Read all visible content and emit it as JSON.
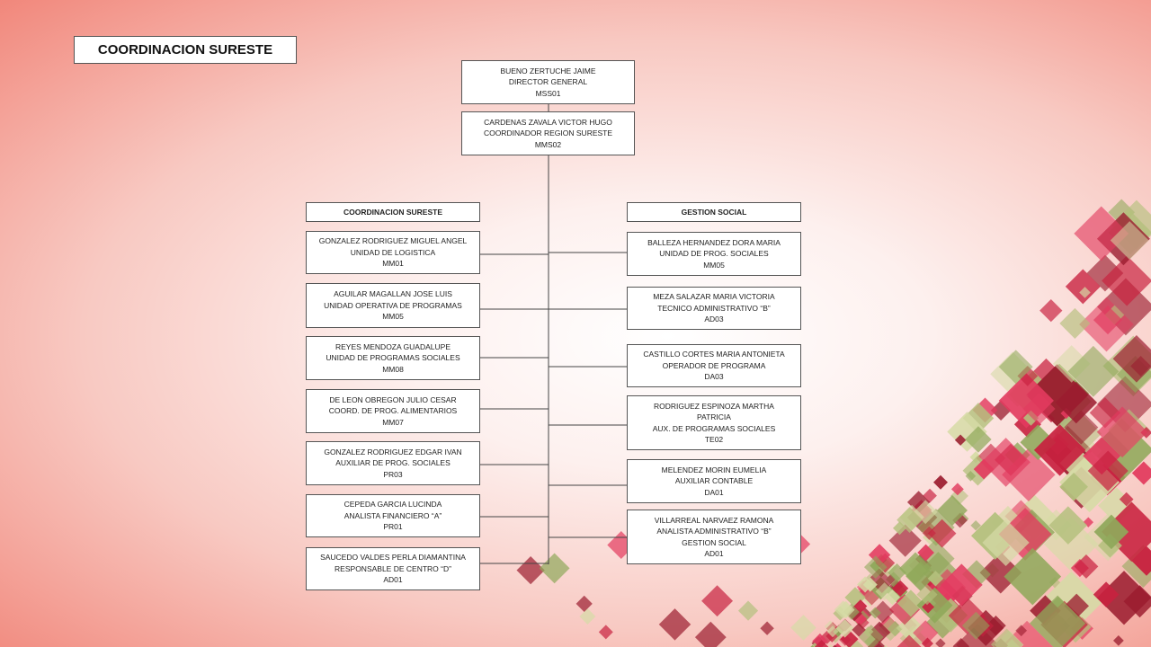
{
  "title": "COORDINACION SURESTE",
  "top": [
    {
      "name": "BUENO ZERTUCHE JAIME",
      "role": "DIRECTOR GENERAL",
      "code": "MSS01"
    },
    {
      "name": "CARDENAS ZAVALA VICTOR HUGO",
      "role": "COORDINADOR REGION SURESTE",
      "code": "MMS02"
    }
  ],
  "left": {
    "header": "COORDINACION SURESTE",
    "items": [
      {
        "name": "GONZALEZ RODRIGUEZ MIGUEL ANGEL",
        "role": "UNIDAD DE LOGISTICA",
        "code": "MM01"
      },
      {
        "name": "AGUILAR MAGALLAN JOSE LUIS",
        "role": "UNIDAD OPERATIVA DE PROGRAMAS",
        "code": "MM05"
      },
      {
        "name": "REYES MENDOZA GUADALUPE",
        "role": "UNIDAD DE PROGRAMAS SOCIALES",
        "code": "MM08"
      },
      {
        "name": "DE LEON OBREGON JULIO CESAR",
        "role": "COORD. DE PROG. ALIMENTARIOS",
        "code": "MM07"
      },
      {
        "name": "GONZALEZ RODRIGUEZ EDGAR IVAN",
        "role": "AUXILIAR DE PROG. SOCIALES",
        "code": "PR03"
      },
      {
        "name": "CEPEDA GARCIA LUCINDA",
        "role": "ANALISTA FINANCIERO “A”",
        "code": "PR01"
      },
      {
        "name": "SAUCEDO VALDES PERLA DIAMANTINA",
        "role": "RESPONSABLE DE CENTRO “D”",
        "code": "AD01"
      }
    ]
  },
  "right": {
    "header": "GESTION SOCIAL",
    "items": [
      {
        "name": "BALLEZA HERNANDEZ DORA MARIA",
        "role": "UNIDAD DE PROG. SOCIALES",
        "code": "MM05"
      },
      {
        "name": "MEZA SALAZAR MARIA VICTORIA",
        "role": "TECNICO ADMINISTRATIVO “B”",
        "code": "AD03"
      },
      {
        "name": "CASTILLO CORTES MARIA ANTONIETA",
        "role": "OPERADOR DE PROGRAMA",
        "code": "DA03"
      },
      {
        "name": "RODRIGUEZ ESPINOZA MARTHA PATRICIA",
        "role": "AUX. DE PROGRAMAS SOCIALES",
        "code": "TE02"
      },
      {
        "name": "MELENDEZ MORIN EUMELIA",
        "role": "AUXILIAR CONTABLE",
        "code": "DA01"
      },
      {
        "name": "VILLARREAL NARVAEZ RAMONA",
        "role": "ANALISTA ADMINISTRATIVO “B”",
        "extra": "GESTION SOCIAL",
        "code": "AD01"
      }
    ]
  },
  "colors": {
    "decor": [
      "#c8213f",
      "#e23a5e",
      "#9b1c2f",
      "#8fa85a",
      "#b4c07d",
      "#d6dba6"
    ]
  }
}
